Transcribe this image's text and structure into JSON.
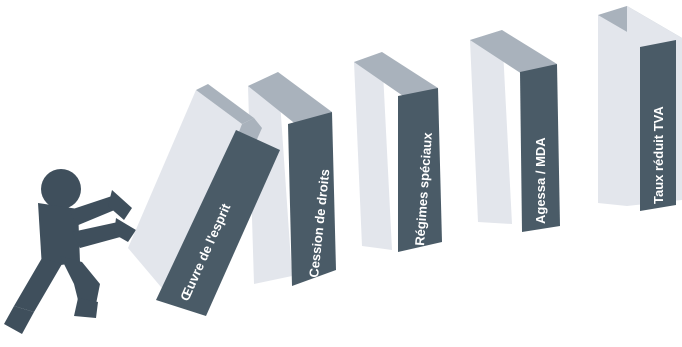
{
  "dominoes": [
    {
      "label": "Œuvre de l'esprit"
    },
    {
      "label": "Cession de droits"
    },
    {
      "label": "Régimes spéciaux"
    },
    {
      "label": "Agessa / MDA"
    },
    {
      "label": "Taux réduit TVA"
    }
  ],
  "colors": {
    "slate": "#3f4f5c",
    "block_front": "#e3e6ec",
    "block_top": "#a9b2bc",
    "block_side": "#4a5b67",
    "text": "#ffffff"
  },
  "icons": {
    "figure": "pushing-person-icon"
  }
}
